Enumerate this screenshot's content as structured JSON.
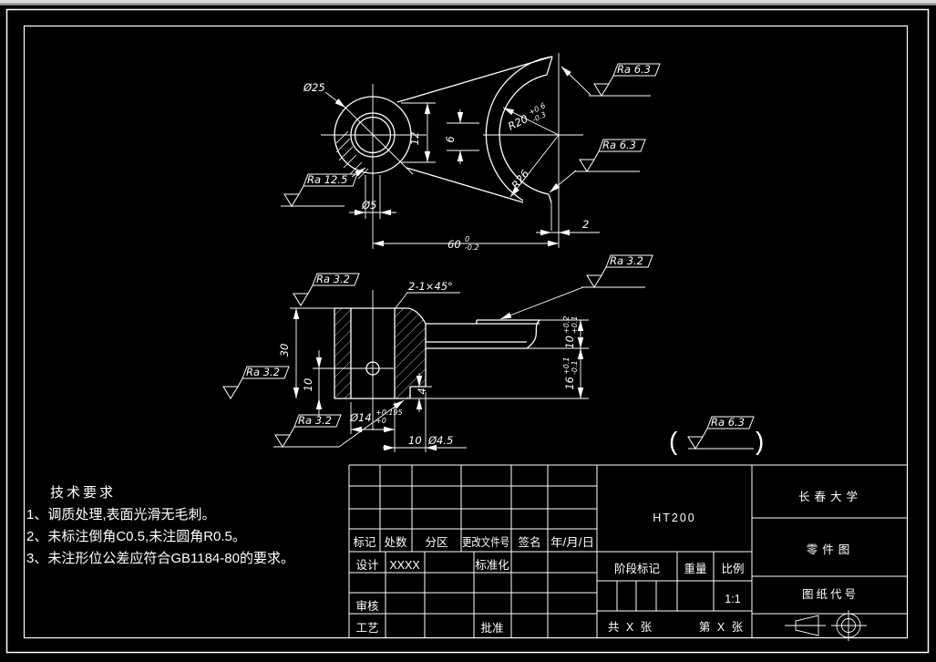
{
  "colors": {
    "background": "#000000",
    "line": "#ffffff",
    "chrome_strip": "#c8c8c8"
  },
  "roughness": {
    "ra63": "Ra 6.3",
    "ra32": "Ra 3.2",
    "ra125": "Ra 12.5",
    "general_ra": "Ra 6.3",
    "paren_open": "(",
    "paren_close": ")"
  },
  "dims": {
    "d25": "Ø25",
    "d5": "Ø5",
    "d12": "12",
    "d6": "6",
    "d60": "60",
    "d60sup": "0",
    "d60sub": "-0.2",
    "d2": "2",
    "r20": "R20",
    "r20sup": "+0.6",
    "r20sub": "-0.3",
    "r26": "R26",
    "d30": "30",
    "d10": "10",
    "d4": "4",
    "d14": "Ø14",
    "d14sup": "+0.195",
    "d14sub": "+0",
    "d10b": "10",
    "d45": "Ø4.5",
    "chamfer": "2-1×45°",
    "t10": "10",
    "t10sup": "+0.2",
    "t10sub": "+0.1",
    "t16": "16",
    "t16sup": "+0.1",
    "t16sub": "-0.1"
  },
  "tech_req": {
    "title": "技术要求",
    "item1": "1、调质处理,表面光滑无毛刺。",
    "item2": "2、未标注倒角C0.5,未注圆角R0.5。",
    "item3": "3、未注形位公差应符合GB1184-80的要求。"
  },
  "title_block": {
    "mark": "标记",
    "count": "处数",
    "zone": "分区",
    "change_file_no": "更改文件号",
    "signature": "签名",
    "date": "年/月/日",
    "design": "设计",
    "design_value": "XXXX",
    "standardization": "标准化",
    "audit": "审核",
    "process": "工艺",
    "approve": "批准",
    "material": "HT200",
    "stage_mark": "阶段标记",
    "weight": "重量",
    "scale_label": "比例",
    "scale_value": "1:1",
    "sheets_total": "共 X 张",
    "sheet_index": "第 X 张",
    "org": "长春大学",
    "doc_type": "零件图",
    "code_label": "图纸代号"
  }
}
